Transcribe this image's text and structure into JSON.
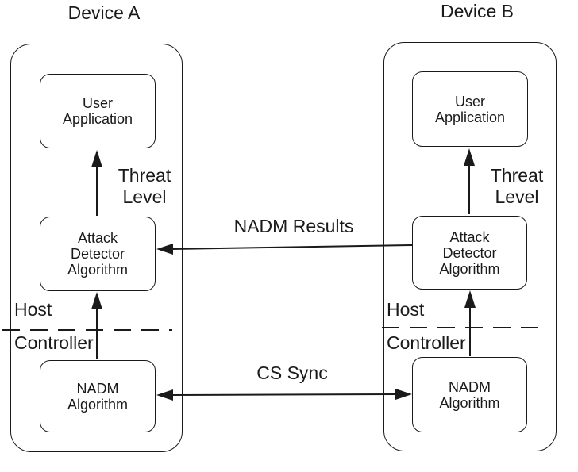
{
  "devices": [
    {
      "title": "Device A",
      "host_label": "Host",
      "controller_label": "Controller",
      "threat_level": [
        "Threat",
        "Level"
      ],
      "user_application": [
        "User",
        "Application"
      ],
      "attack_detector": [
        "Attack",
        "Detector",
        "Algorithm"
      ],
      "nadm": [
        "NADM",
        "Algorithm"
      ]
    },
    {
      "title": "Device B",
      "host_label": "Host",
      "controller_label": "Controller",
      "threat_level": [
        "Threat",
        "Level"
      ],
      "user_application": [
        "User",
        "Application"
      ],
      "attack_detector": [
        "Attack",
        "Detector",
        "Algorithm"
      ],
      "nadm": [
        "NADM",
        "Algorithm"
      ]
    }
  ],
  "connections": {
    "nadm_results_label": "NADM Results",
    "cs_sync_label": "CS Sync"
  },
  "colors": {
    "line": "#1a1a1a",
    "background": "#ffffff"
  }
}
